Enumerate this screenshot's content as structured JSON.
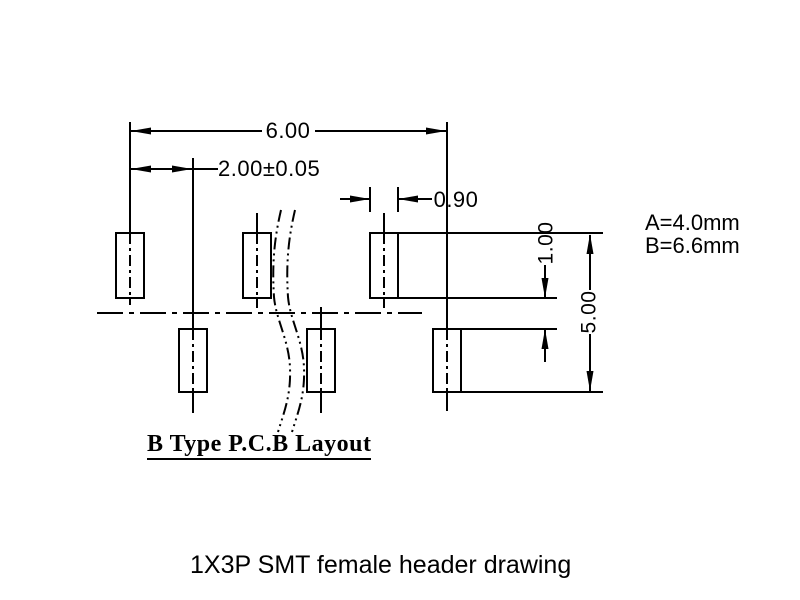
{
  "dims": {
    "overall_pitch": "6.00",
    "row_offset": "2.00±0.05",
    "pad_width": "0.90",
    "pad_gap": "1.00",
    "overall_height": "5.00"
  },
  "notes": {
    "line_a": "A=4.0mm",
    "line_b": "B=6.6mm"
  },
  "title": "B Type P.C.B Layout",
  "caption": "1X3P SMT female header drawing",
  "colors": {
    "line": "#000000",
    "background": "#ffffff",
    "text": "#000000"
  }
}
